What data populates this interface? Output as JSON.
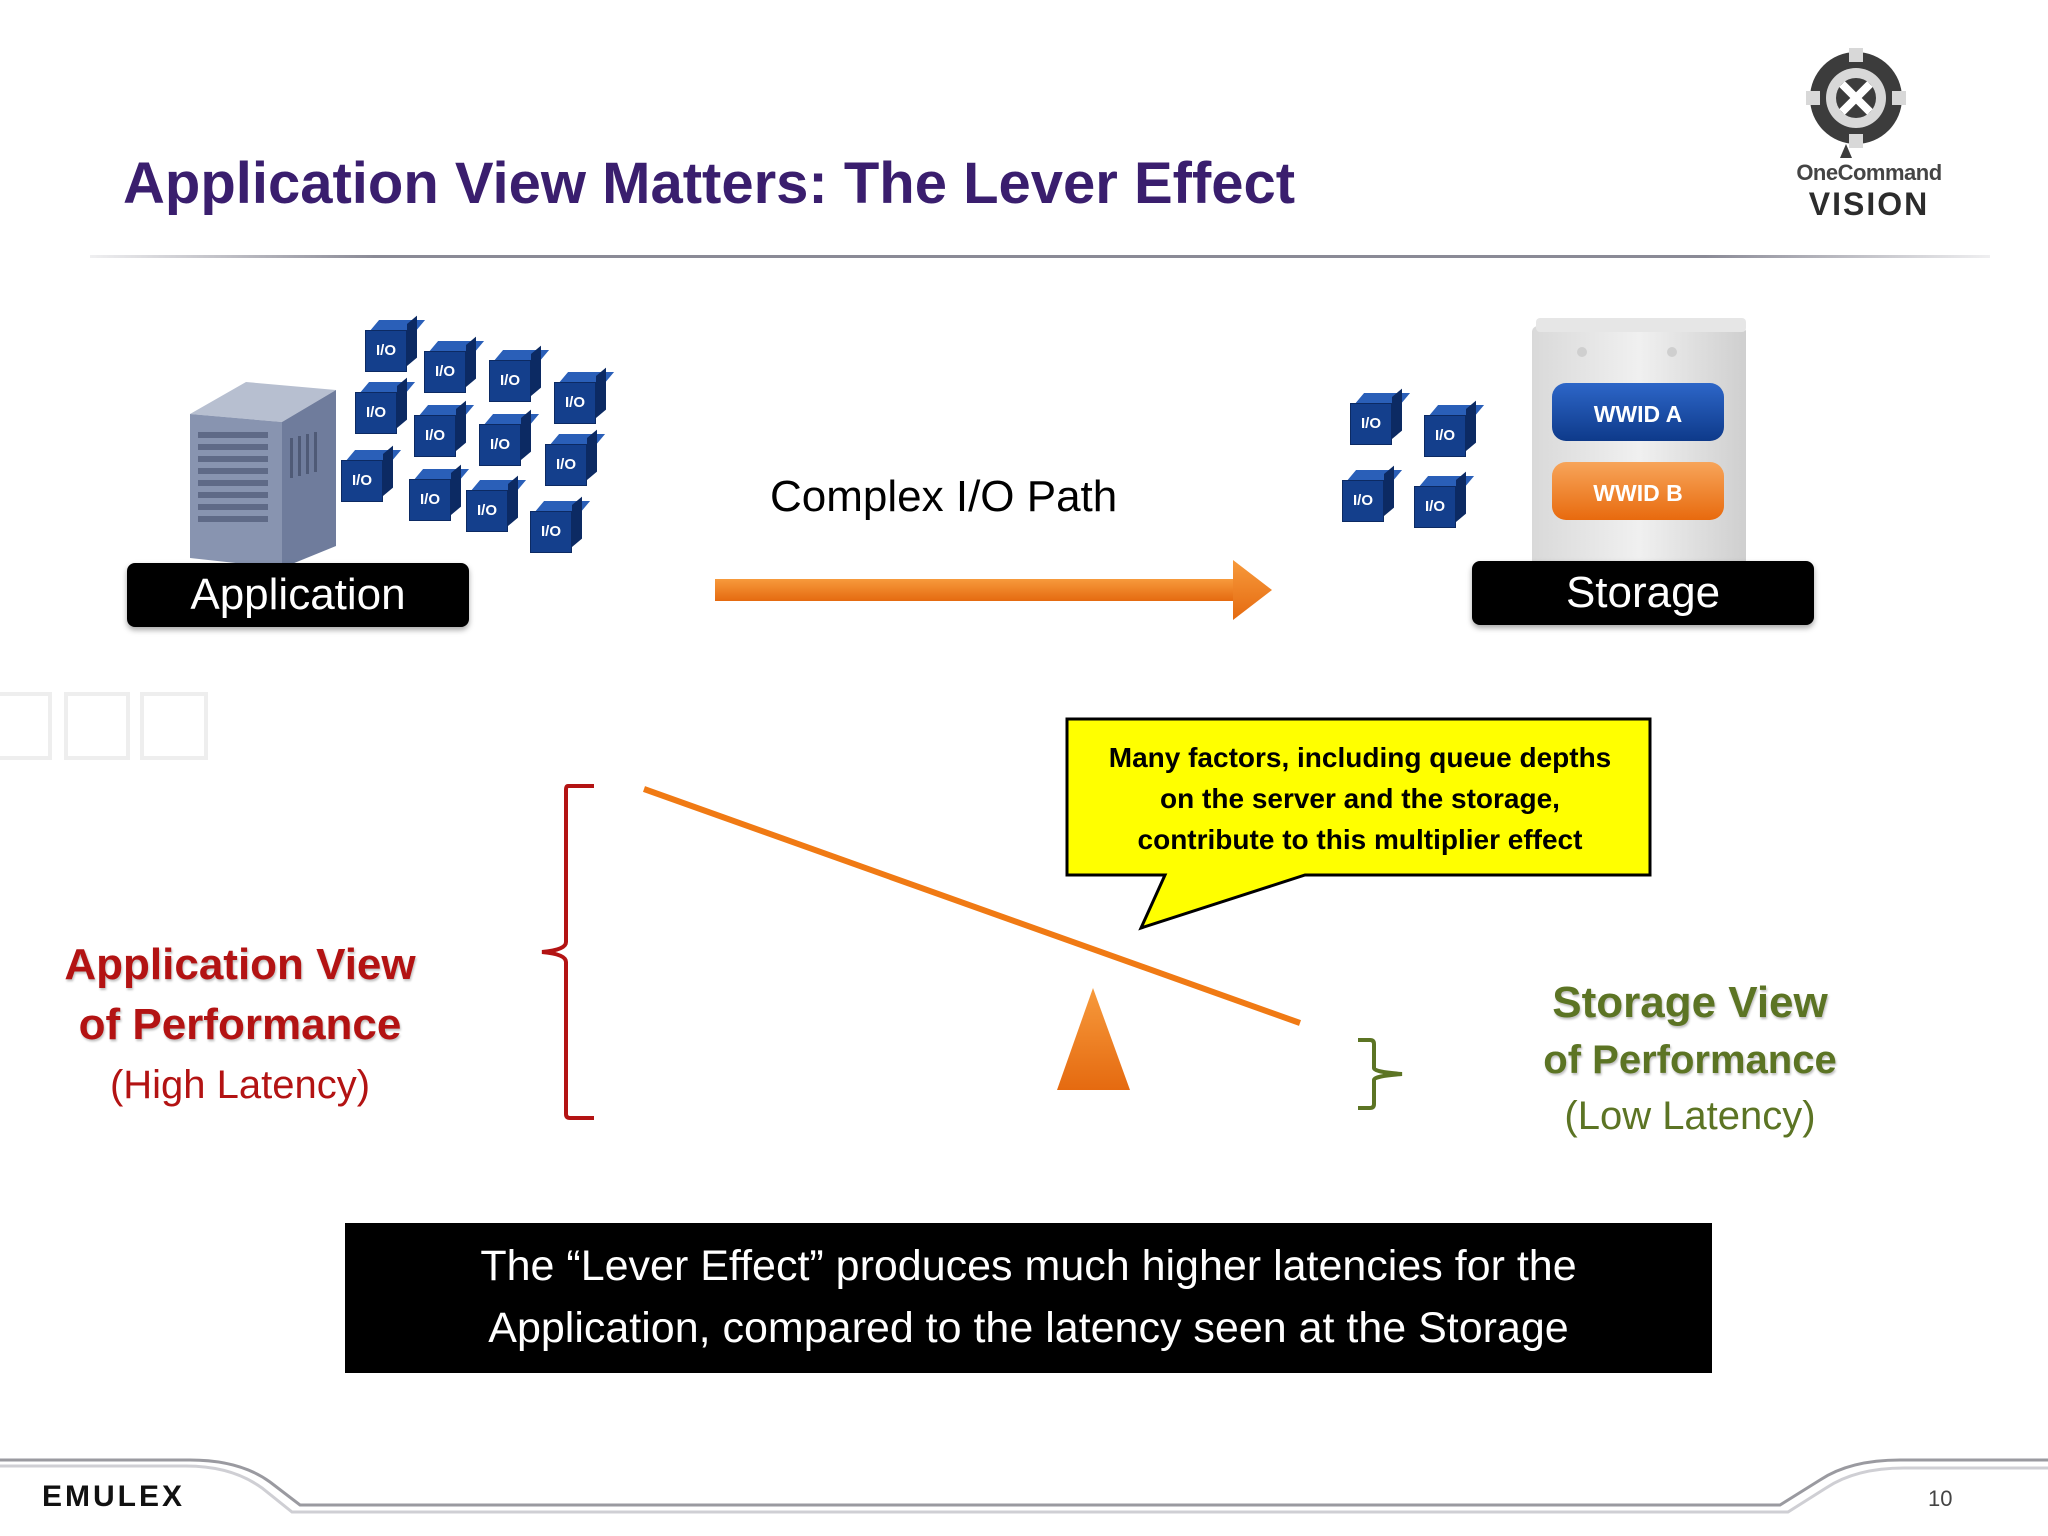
{
  "slide": {
    "title": "Application View Matters: The Lever Effect",
    "page_number": "10",
    "footer_brand": "EMULEX"
  },
  "logo": {
    "line1": "OneCommand",
    "line2": "VISION"
  },
  "io_block_label": "I/O",
  "application": {
    "label": "Application"
  },
  "storage": {
    "label": "Storage",
    "wwid_a": "WWID A",
    "wwid_b": "WWID B"
  },
  "path": {
    "label": "Complex I/O Path"
  },
  "callout": {
    "text_line1": "Many factors, including queue depths",
    "text_line2": "on the server and the storage,",
    "text_line3": "contribute to this multiplier effect"
  },
  "app_view": {
    "line1": "Application View",
    "line2": "of Performance",
    "line3": "(High Latency)"
  },
  "storage_view": {
    "line1": "Storage View",
    "line2": "of Performance",
    "line3": "(Low Latency)"
  },
  "banner": {
    "line1": "The “Lever Effect” produces much higher latencies for the",
    "line2": "Application, compared to the latency seen at the Storage"
  },
  "colors": {
    "title": "#3a1e6e",
    "arrow_orange": "#f07a14",
    "app_red": "#b31313",
    "storage_green": "#5c7424",
    "callout_yellow": "#ffff00",
    "io_blue": "#143f8c"
  }
}
